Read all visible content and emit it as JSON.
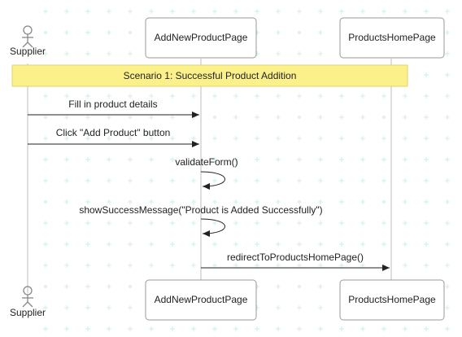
{
  "participants": {
    "supplier": "Supplier",
    "add_page": "AddNewProductPage",
    "home_page": "ProductsHomePage"
  },
  "note": "Scenario 1: Successful Product Addition",
  "messages": {
    "fill_details": "Fill in product details",
    "click_add": "Click \"Add Product\" button",
    "validate": "validateForm()",
    "show_success": "showSuccessMessage(\"Product is Added Successfully\")",
    "redirect": "redirectToProductsHomePage()"
  },
  "colors": {
    "grid_plus": "#cdeee6",
    "note_fill": "#fcf08a",
    "lifeline": "#bdbdbd",
    "box_border": "#9a9a9a"
  }
}
